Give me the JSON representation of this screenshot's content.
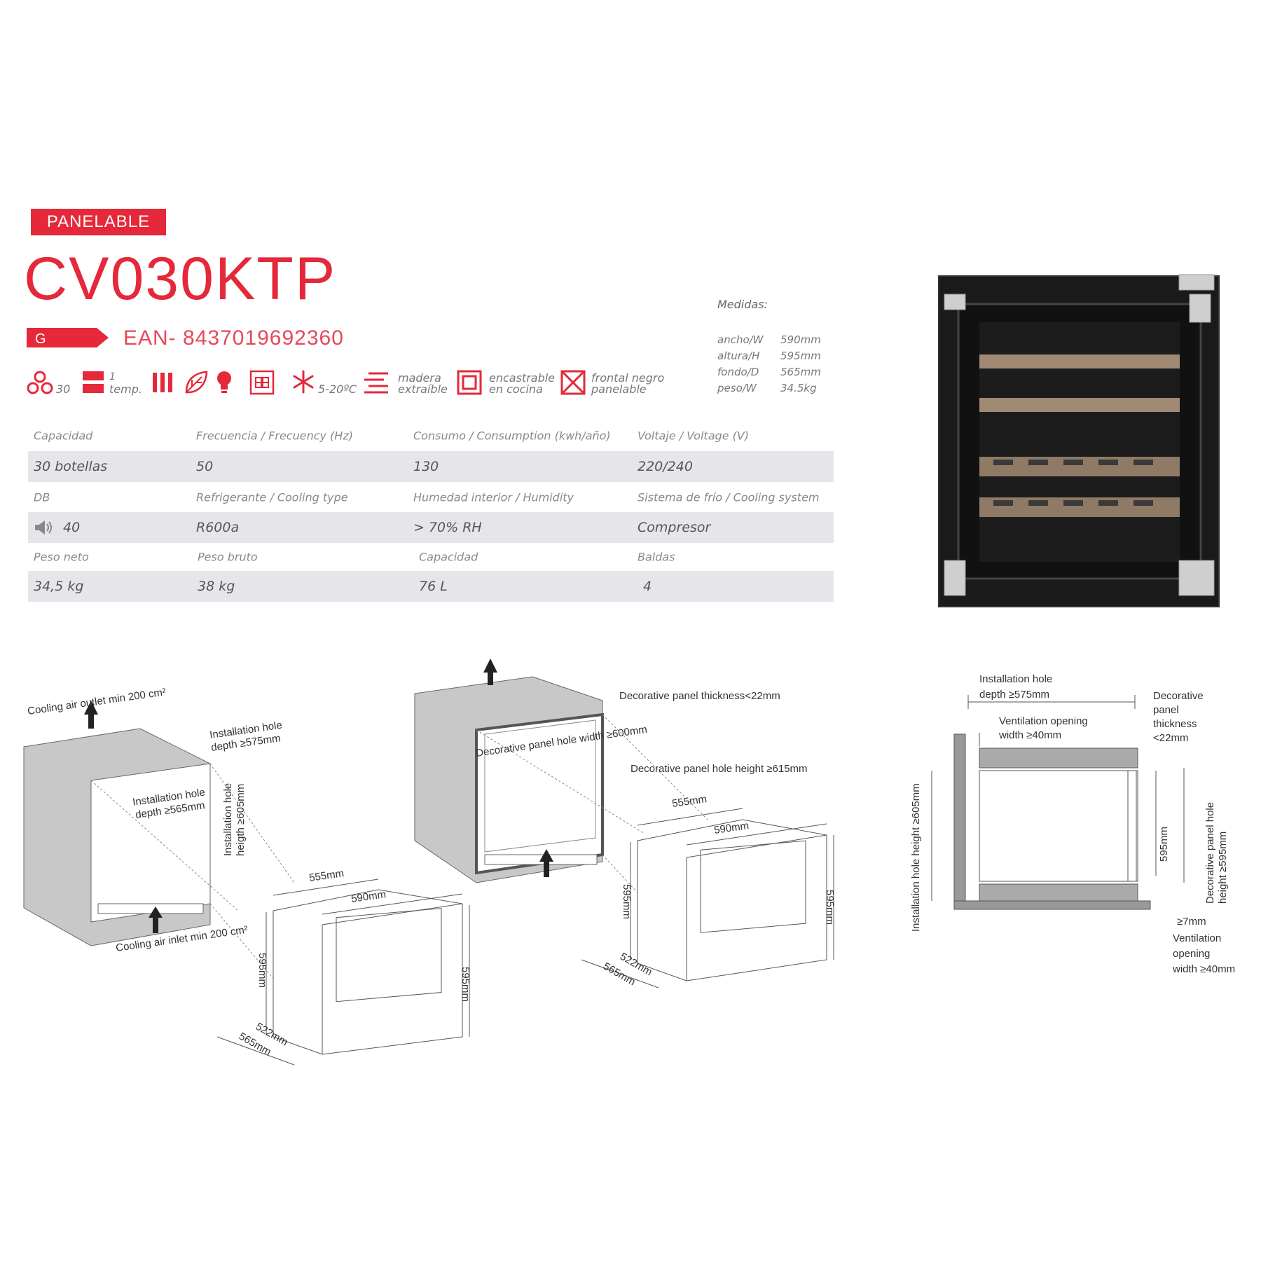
{
  "header": {
    "badge": "PANELABLE",
    "model": "CV030KTP",
    "energy_class": "G",
    "ean": "EAN- 8437019692360"
  },
  "measures": {
    "title": "Medidas:",
    "rows": [
      {
        "label": "ancho/W",
        "value": "590mm"
      },
      {
        "label": "altura/H",
        "value": "595mm"
      },
      {
        "label": "fondo/D",
        "value": "565mm"
      },
      {
        "label": "peso/W",
        "value": "34.5kg"
      }
    ]
  },
  "features": {
    "bottles": "30",
    "temp_num": "1",
    "temp_word": "temp.",
    "temp_range": "5-20ºC",
    "wood_1": "madera",
    "wood_2": "extraíble",
    "builtin_1": "encastrable",
    "builtin_2": "en cocina",
    "front_1": "frontal negro",
    "front_2": "panelable",
    "display_icon": "digital-display-icon",
    "colors": {
      "accent": "#e5283a"
    }
  },
  "specs": {
    "r1_labels": [
      "Capacidad",
      "Frecuencia / Frecuency (Hz)",
      "Consumo / Consumption (kwh/año)",
      "Voltaje / Voltage (V)"
    ],
    "r1_values": [
      "30 botellas",
      "50",
      "130",
      "220/240"
    ],
    "r2_labels": [
      "DB",
      "Refrigerante / Cooling type",
      "Humedad interior / Humidity",
      "Sistema de frío / Cooling system"
    ],
    "r2_values": [
      "40",
      "R600a",
      "> 70% RH",
      "Compresor"
    ],
    "r3_labels": [
      "Peso neto",
      "Peso bruto",
      "Capacidad",
      "Baldas"
    ],
    "r3_values": [
      "34,5 kg",
      "38 kg",
      "76 L",
      "4"
    ]
  },
  "diagram1": {
    "outlet": "Cooling air outlet min 200 cm²",
    "inlet": "Cooling air inlet min 200 cm²",
    "hole_depth_575_a": "Installation hole",
    "hole_depth_575_b": "depth ≥575mm",
    "hole_depth_565_a": "Installation hole",
    "hole_depth_565_b": "depth ≥565mm",
    "hole_height_a": "Installation hole",
    "hole_height_b": "heigth ≥605mm",
    "w555": "555mm",
    "w590": "590mm",
    "h595_l": "595mm",
    "h595_r": "595mm",
    "d522": "522mm",
    "d565": "565mm"
  },
  "diagram2": {
    "panel_thickness": "Decorative panel  thickness<22mm",
    "panel_hole_width": "Decorative panel hole width ≥600mm",
    "panel_hole_height": "Decorative panel hole height ≥615mm",
    "w555": "555mm",
    "w590": "590mm",
    "h595_l": "595mm",
    "h595_r": "595mm",
    "d522": "522mm",
    "d565": "565mm"
  },
  "diagram3": {
    "hole_depth_a": "Installation hole",
    "hole_depth_b": "depth ≥575mm",
    "vent_w_a": "Ventilation opening",
    "vent_w_b": "width ≥40mm",
    "panel_a": "Decorative",
    "panel_b": "panel",
    "panel_c": "thickness",
    "panel_d": "<22mm",
    "hole_height": "Installation hole height ≥605mm",
    "h595": "595mm",
    "panel_height_a": "Decorative panel hole",
    "panel_height_b": "height ≥595mm",
    "gap": "≥7mm",
    "vent_b_a": "Ventilation",
    "vent_b_b": "opening",
    "vent_b_c": "width ≥40mm"
  }
}
